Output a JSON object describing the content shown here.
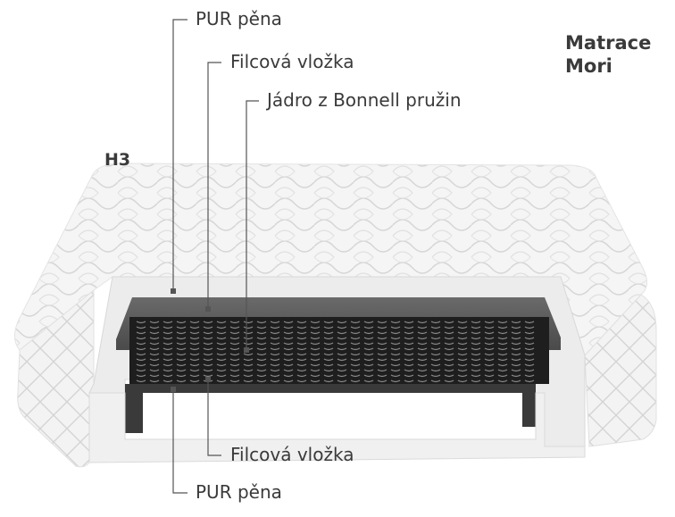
{
  "title_line1": "Matrace",
  "title_line2": "Mori",
  "firmness": "H3",
  "layers_top": [
    {
      "label": "PUR pěna"
    },
    {
      "label": "Filcová vložka"
    },
    {
      "label": "Jádro z Bonnell pružin"
    }
  ],
  "layers_bottom": [
    {
      "label": "Filcová vložka"
    },
    {
      "label": "PUR pěna"
    }
  ],
  "colors": {
    "text": "#3a3a3a",
    "leader": "#555555",
    "quilt": "#f2f2f2",
    "foam": "#e9e9e9",
    "felt": "#5c5c5c",
    "spring_core": "#1e1e1e"
  }
}
